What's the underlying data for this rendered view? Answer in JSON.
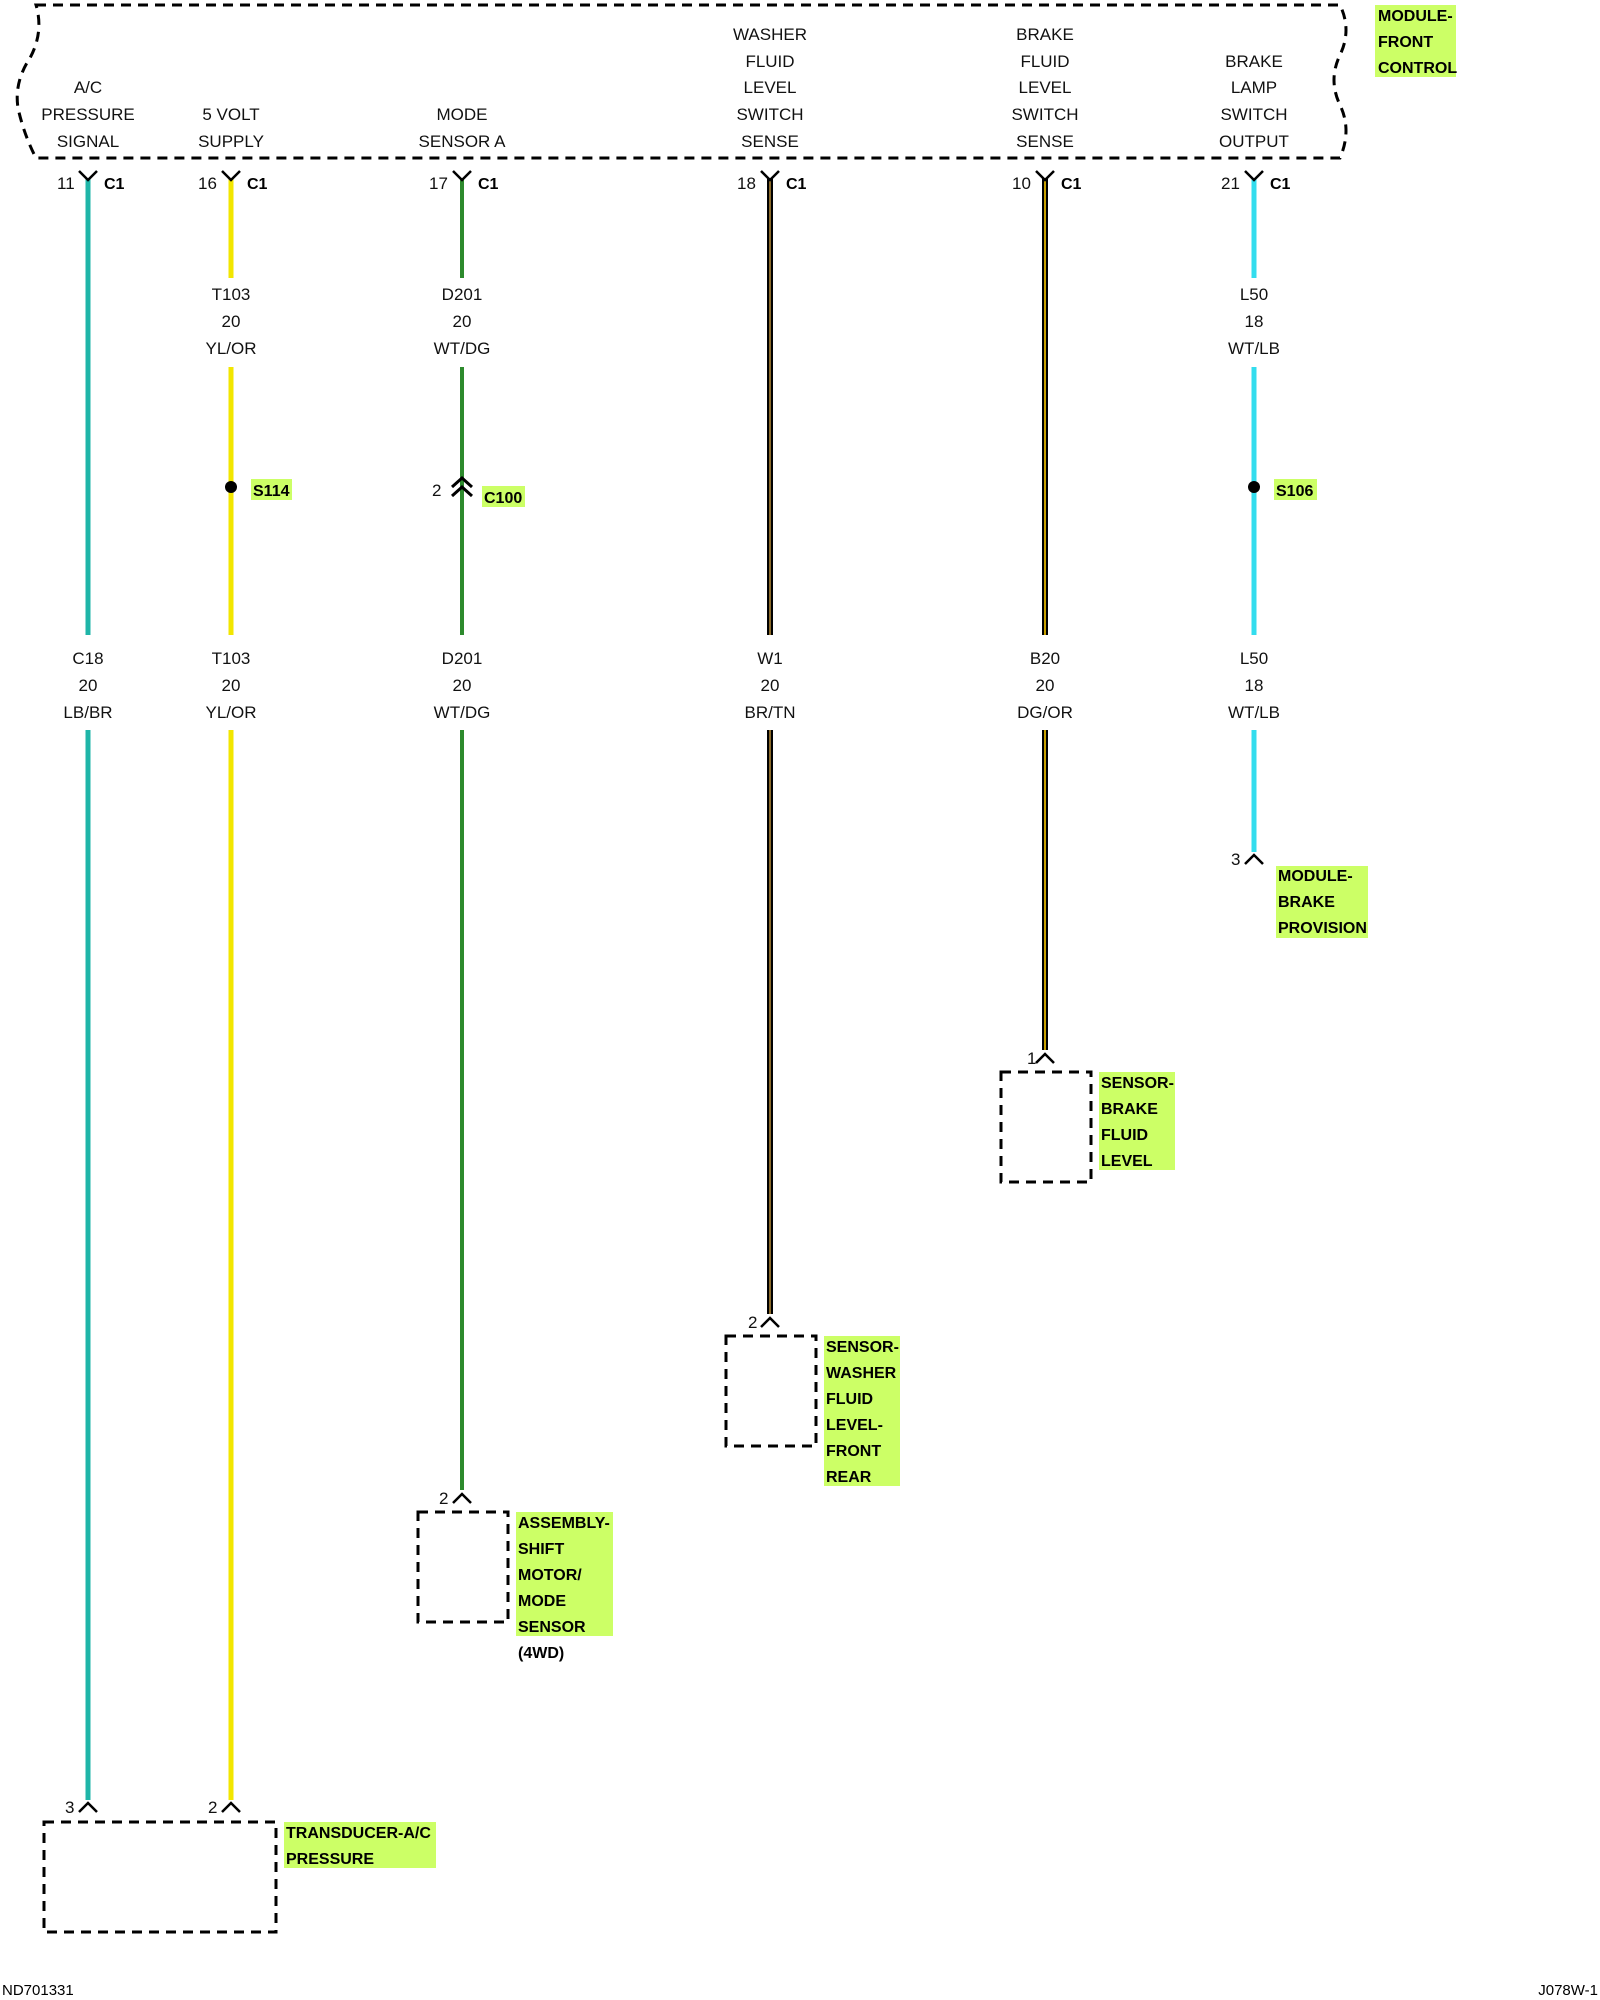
{
  "module": {
    "title": [
      "MODULE-",
      "FRONT",
      "CONTROL"
    ],
    "connector": "C1"
  },
  "circuits": [
    {
      "function": [
        "A/C",
        "PRESSURE",
        "SIGNAL"
      ],
      "pin": "11",
      "wire": "C18",
      "gauge": "20",
      "color": "LB/BR"
    },
    {
      "function": [
        "5 VOLT",
        "SUPPLY"
      ],
      "pin": "16",
      "upper": {
        "wire": "T103",
        "gauge": "20",
        "color": "YL/OR"
      },
      "splice": "S114",
      "lower": {
        "wire": "T103",
        "gauge": "20",
        "color": "YL/OR"
      }
    },
    {
      "function": [
        "MODE",
        "SENSOR A"
      ],
      "pin": "17",
      "upper": {
        "wire": "D201",
        "gauge": "20",
        "color": "WT/DG"
      },
      "inline_pin": "2",
      "inline_connector": "C100",
      "lower": {
        "wire": "D201",
        "gauge": "20",
        "color": "WT/DG"
      }
    },
    {
      "function": [
        "WASHER",
        "FLUID",
        "LEVEL",
        "SWITCH",
        "SENSE"
      ],
      "pin": "18",
      "wire": "W1",
      "gauge": "20",
      "color": "BR/TN"
    },
    {
      "function": [
        "BRAKE",
        "FLUID",
        "LEVEL",
        "SWITCH",
        "SENSE"
      ],
      "pin": "10",
      "wire": "B20",
      "gauge": "20",
      "color": "DG/OR"
    },
    {
      "function": [
        "BRAKE",
        "LAMP",
        "SWITCH",
        "OUTPUT"
      ],
      "pin": "21",
      "upper": {
        "wire": "L50",
        "gauge": "18",
        "color": "WT/LB"
      },
      "splice": "S106",
      "lower": {
        "wire": "L50",
        "gauge": "18",
        "color": "WT/LB"
      }
    }
  ],
  "components": {
    "brake_provision": {
      "pin": "3",
      "name": [
        "MODULE-",
        "BRAKE",
        "PROVISION"
      ]
    },
    "brake_fluid_sensor": {
      "pin": "1",
      "name": [
        "SENSOR-",
        "BRAKE",
        "FLUID",
        "LEVEL"
      ]
    },
    "washer_fluid_sensor": {
      "pin": "2",
      "name": [
        "SENSOR-",
        "WASHER",
        "FLUID",
        "LEVEL-",
        "FRONT",
        "REAR"
      ]
    },
    "shift_motor": {
      "pin": "2",
      "name": [
        "ASSEMBLY-",
        "SHIFT",
        "MOTOR/",
        "MODE",
        "SENSOR"
      ],
      "qualifier": "(4WD)"
    },
    "transducer": {
      "pins": [
        "3",
        "2"
      ],
      "name": [
        "TRANSDUCER-A/C",
        "PRESSURE"
      ]
    }
  },
  "colors": {
    "highlight": "#ccff66",
    "wire_lb_br": "#1fb5a8",
    "wire_yl_or": "#f2e600",
    "wire_wt_dg": "#2d8a2d",
    "wire_br_tn": "#8a6a2a",
    "wire_dg_or": "#c8a000",
    "wire_wt_lb": "#33ddee"
  },
  "footer": {
    "left": "ND701331",
    "right": "J078W-1"
  }
}
